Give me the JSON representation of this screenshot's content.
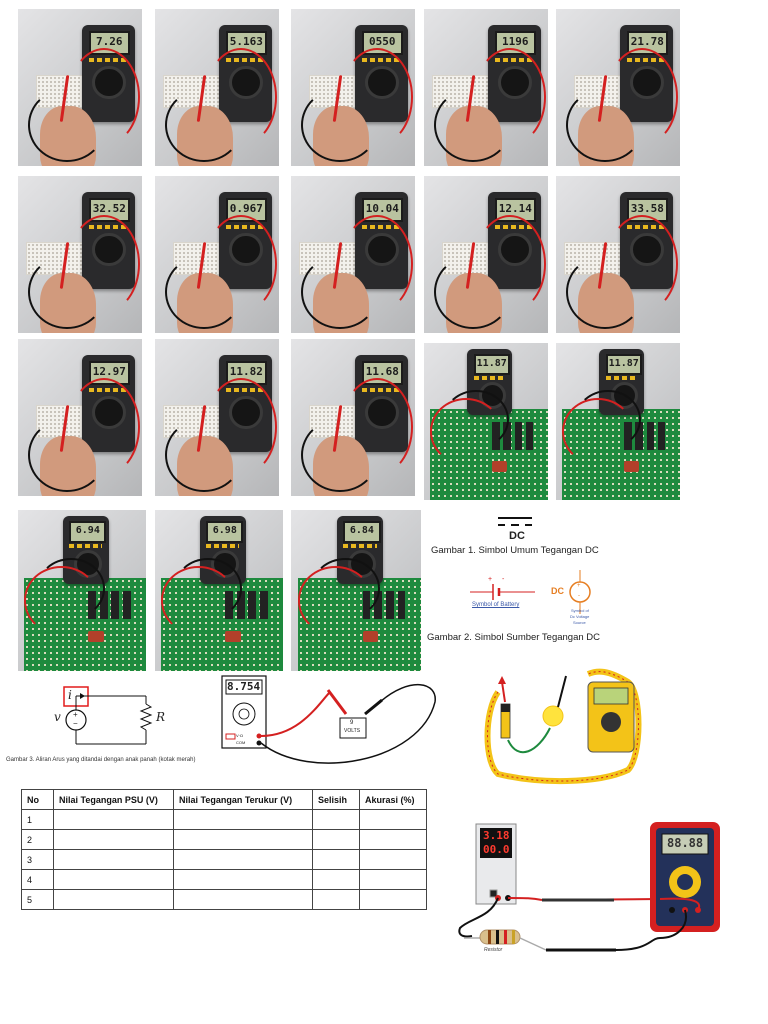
{
  "photos": [
    {
      "reading": "7.26"
    },
    {
      "reading": "5.163"
    },
    {
      "reading": "0550"
    },
    {
      "reading": "1196"
    },
    {
      "reading": "21.78"
    },
    {
      "reading": "32.52"
    },
    {
      "reading": "0.967"
    },
    {
      "reading": "10.04"
    },
    {
      "reading": "12.14"
    },
    {
      "reading": "33.58"
    },
    {
      "reading": "12.97"
    },
    {
      "reading": "11.82"
    },
    {
      "reading": "11.68"
    },
    {
      "reading": "11.87"
    },
    {
      "reading": "11.87"
    },
    {
      "reading": "6.94"
    },
    {
      "reading": "6.98"
    },
    {
      "reading": "6.84"
    }
  ],
  "dc_symbol": {
    "label": "DC",
    "caption1": "Gambar 1. Simbol Umum Tegangan DC",
    "battery_label": "Symbol of Battery",
    "source_dc": "DC",
    "source_label_line1": "Symbol of",
    "source_label_line2": "Dc Voltage",
    "source_label_line3": "Source",
    "plus": "+",
    "minus": "-",
    "caption2": "Gambar 2. Simbol Sumber Tegangan DC"
  },
  "circuit": {
    "current_symbol": "i",
    "voltage_symbol": "v",
    "resistor_symbol": "R",
    "plus": "+",
    "minus": "−",
    "caption3": "Gambar 3. Aliran Arus yang ditandai dengan anak panah (kotak merah)"
  },
  "meter_diagram": {
    "display": "8.754",
    "port_vohm": "V·Ω",
    "port_com": "COM",
    "battery_value": "9",
    "battery_unit": "VOLTS"
  },
  "psu_diagram": {
    "display_top": "3.18",
    "display_bottom": "00.0",
    "resistor_label": "Resistor",
    "meter_display": "88.88"
  },
  "table": {
    "headers": [
      "No",
      "Nilai Tegangan PSU (V)",
      "Nilai Tegangan Terukur (V)",
      "Selisih",
      "Akurasi (%)"
    ],
    "rows": [
      [
        "1",
        "",
        "",
        "",
        ""
      ],
      [
        "2",
        "",
        "",
        "",
        ""
      ],
      [
        "3",
        "",
        "",
        "",
        ""
      ],
      [
        "4",
        "",
        "",
        "",
        ""
      ],
      [
        "5",
        "",
        "",
        "",
        ""
      ]
    ]
  },
  "colors": {
    "wire_red": "#d42020",
    "wire_black": "#111111",
    "pcb_green": "#1e8a3e",
    "meter_yellow": "#f3c318",
    "symbol_orange": "#e67e22",
    "battery_label_blue": "#3a58a8",
    "highlight_red": "#e21b1b"
  }
}
